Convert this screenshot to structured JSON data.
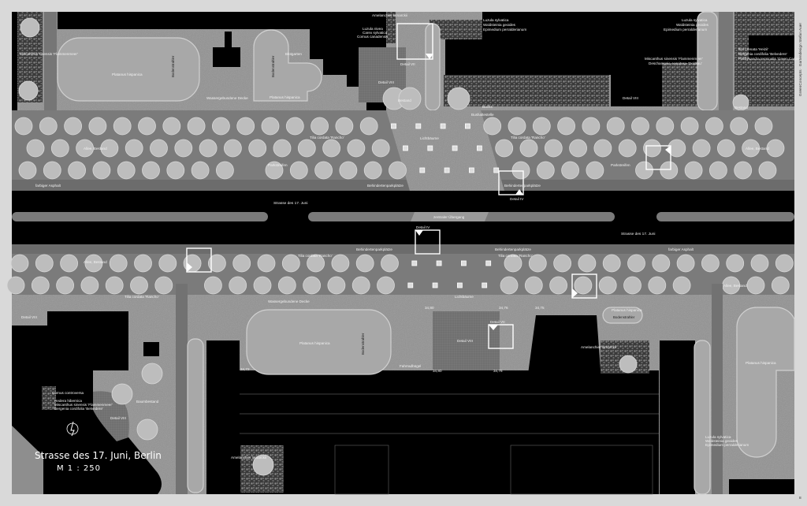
{
  "plan": {
    "title": "Strasse des 17. Juni, Berlin",
    "scale": "M  1 : 250",
    "credit": "GreenConcepts · Gartendesign Stefan Auer",
    "page_number": "8"
  },
  "colors": {
    "page": "#d9d9d9",
    "road": "#000000",
    "sidewalk": "#7d7d7d",
    "plaza": "#8e8e8e",
    "tree": "#bdbdbd",
    "building": "#000000"
  },
  "labels": {
    "allee_bestand": "Allee, Bestand",
    "tilia": "Tilia cordata 'Rancho'",
    "lichtbaeume": "Lichtbäume",
    "parkstreifen": "Parkstreifen",
    "behindertenparkplaetze": "Behindertenparkplätze",
    "farbiger_asphalt": "farbiger Asphalt",
    "strasse": "Strasse des 17. Juni",
    "zentraler_uebergang": "zentraler Übergang",
    "detail_iv": "Detail IV",
    "detail_vi": "Detail VI",
    "detail_vii": "Detail VII",
    "detail_viii": "Detail VIII",
    "platanus": "Platanus hispanica",
    "wassergebundene_decke": "Wassergebundene Decke",
    "bodenstrahler": "Bodenstrahler",
    "bluegarten": "Blütgarten",
    "bestand": "Bestand",
    "buchsbaum": "Buchs",
    "bushaltestelle": "Bushaltestelle",
    "baumbestand": "Baumbestand",
    "fahrradbuegel": "Fahrradbügel",
    "amelanchier": "Amelanchier lamarckii",
    "luzula_top": "Luzula sylvatica",
    "waldsteinia": "Waldsteinia geoides",
    "epimedium": "Epimedium perralderianum",
    "luzula_nivea": "Luzula nivea",
    "carex": "Carex sylvatica",
    "cornus": "Cornus canadensis",
    "miscanthus": "Miscanthus sinensis 'Flammenmeer'",
    "deschampsia": "Deschampsia cespitosa 'Goldtau'",
    "cornus_contro": "Cornus controversa",
    "hedera": "Hedera hibernica",
    "bergenia": "Bergenia cordifolia 'Belvedere'",
    "ilex": "Ilex crenata 'Heizii'",
    "pachysandra": "Pachysandra terminalis 'Green Carpet'"
  },
  "heights": {
    "h1": "34,80",
    "h2": "34,76",
    "h3": "34,75",
    "h4": "34,80",
    "h5": "34,76",
    "h6": "34,72"
  }
}
